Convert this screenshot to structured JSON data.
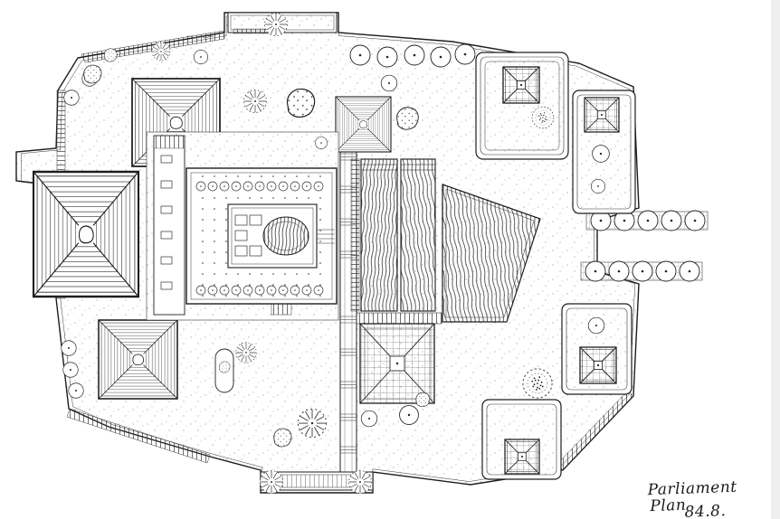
{
  "caption": {
    "line1": "Parliament",
    "line2": "Plan",
    "number": "84.8."
  },
  "colors": {
    "ink": "#1a1a1a",
    "paper": "#ffffff"
  }
}
